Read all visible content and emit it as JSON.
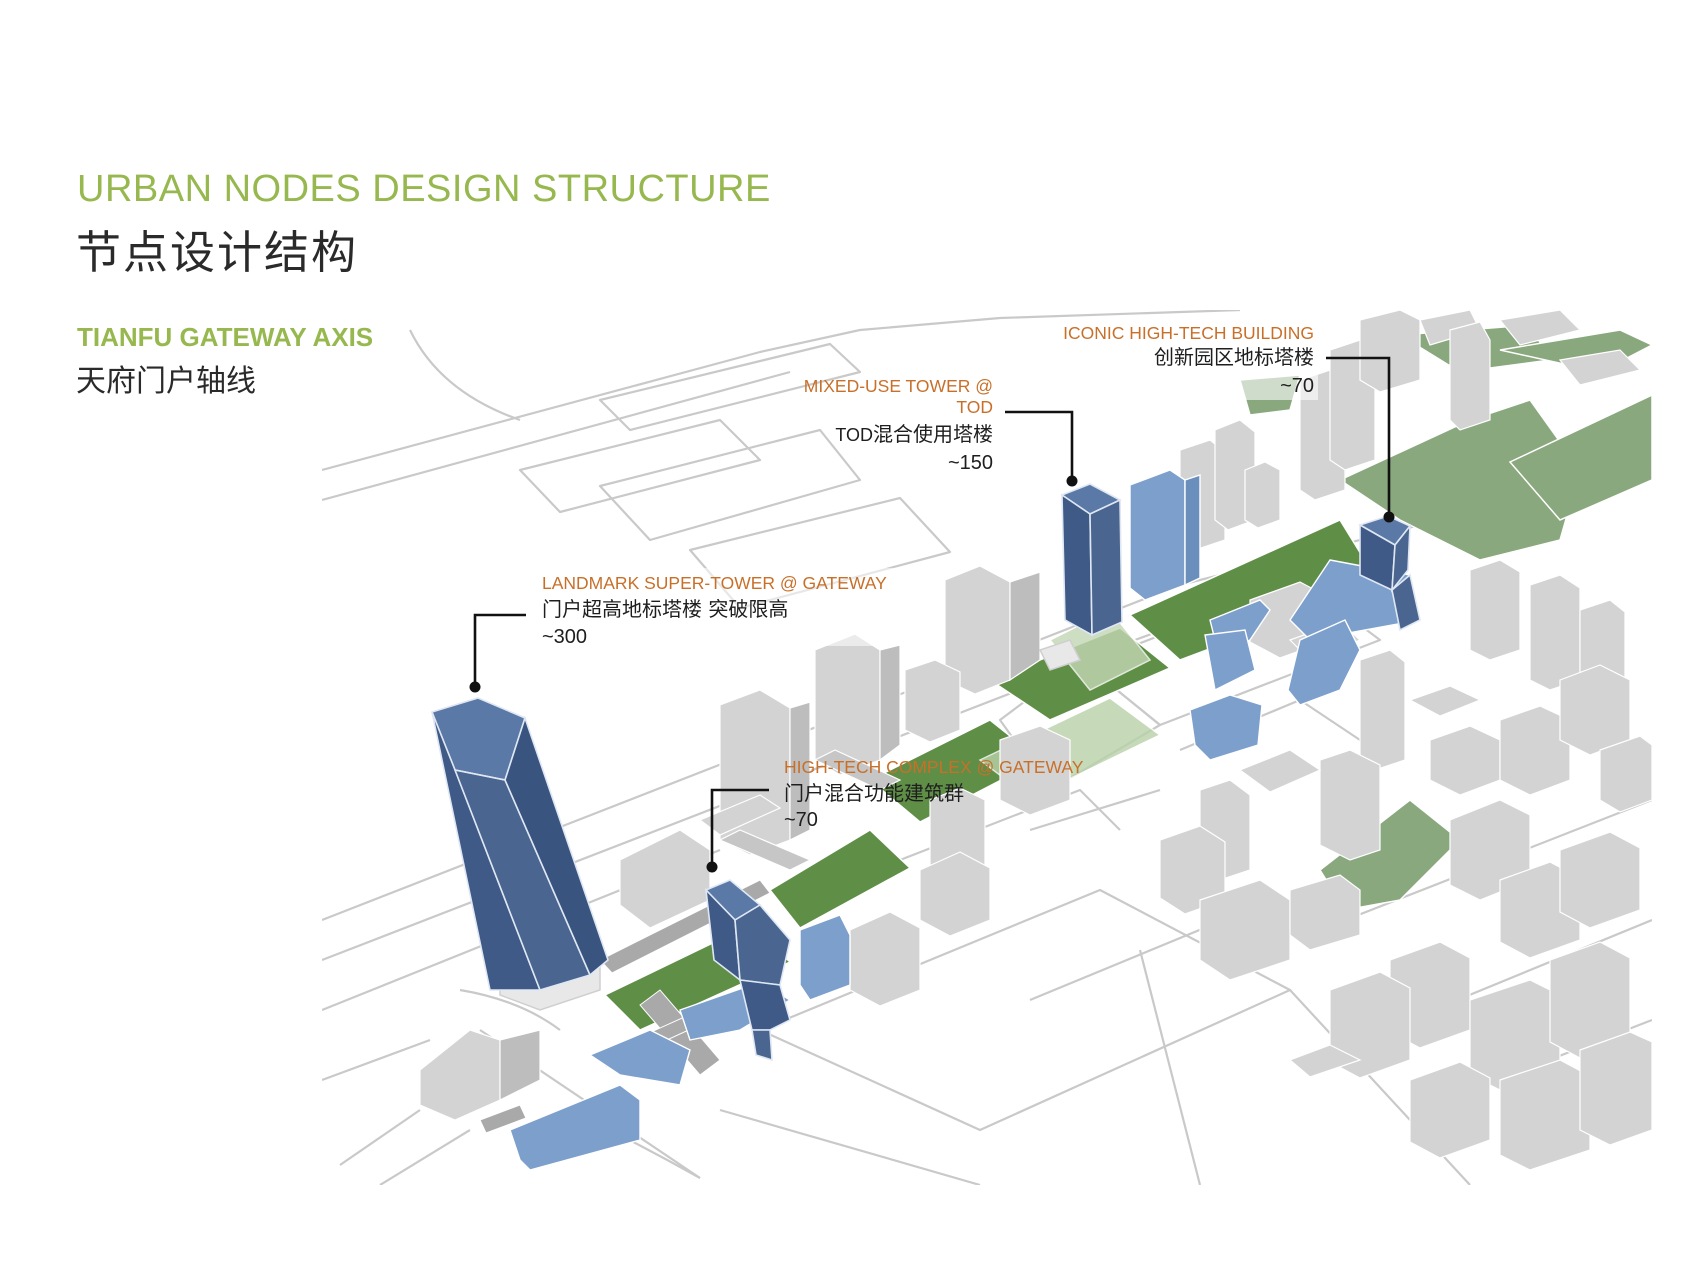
{
  "colors": {
    "title_green": "#96b84e",
    "label_orange": "#c8702a",
    "tower_blue": "#4a6690",
    "low_blue": "#7c9fcc",
    "park_green": "#5f8e46",
    "pale_green": "#8aa87e",
    "building_gray": "#d3d3d3",
    "line_dark": "#111111"
  },
  "header": {
    "title_en": "URBAN NODES DESIGN STRUCTURE",
    "title_zh": "节点设计结构",
    "subtitle_en": "TIANFU GATEWAY AXIS",
    "subtitle_zh": "天府门户轴线"
  },
  "callouts": [
    {
      "key": "landmark",
      "en": "LANDMARK SUPER-TOWER @ GATEWAY",
      "zh": "门户超高地标塔楼 突破限高",
      "height": "~300"
    },
    {
      "key": "mixed",
      "en_line1": "MIXED-USE TOWER @",
      "en_line2": "TOD",
      "zh_prefix": "TOD",
      "zh": "混合使用塔楼",
      "height": "~150"
    },
    {
      "key": "complex",
      "en": "HIGH-TECH COMPLEX @ GATEWAY",
      "zh": "门户混合功能建筑群",
      "height": "~70"
    },
    {
      "key": "iconic",
      "en": "ICONIC HIGH-TECH BUILDING",
      "zh": "创新园区地标塔楼",
      "height": "~70"
    }
  ]
}
